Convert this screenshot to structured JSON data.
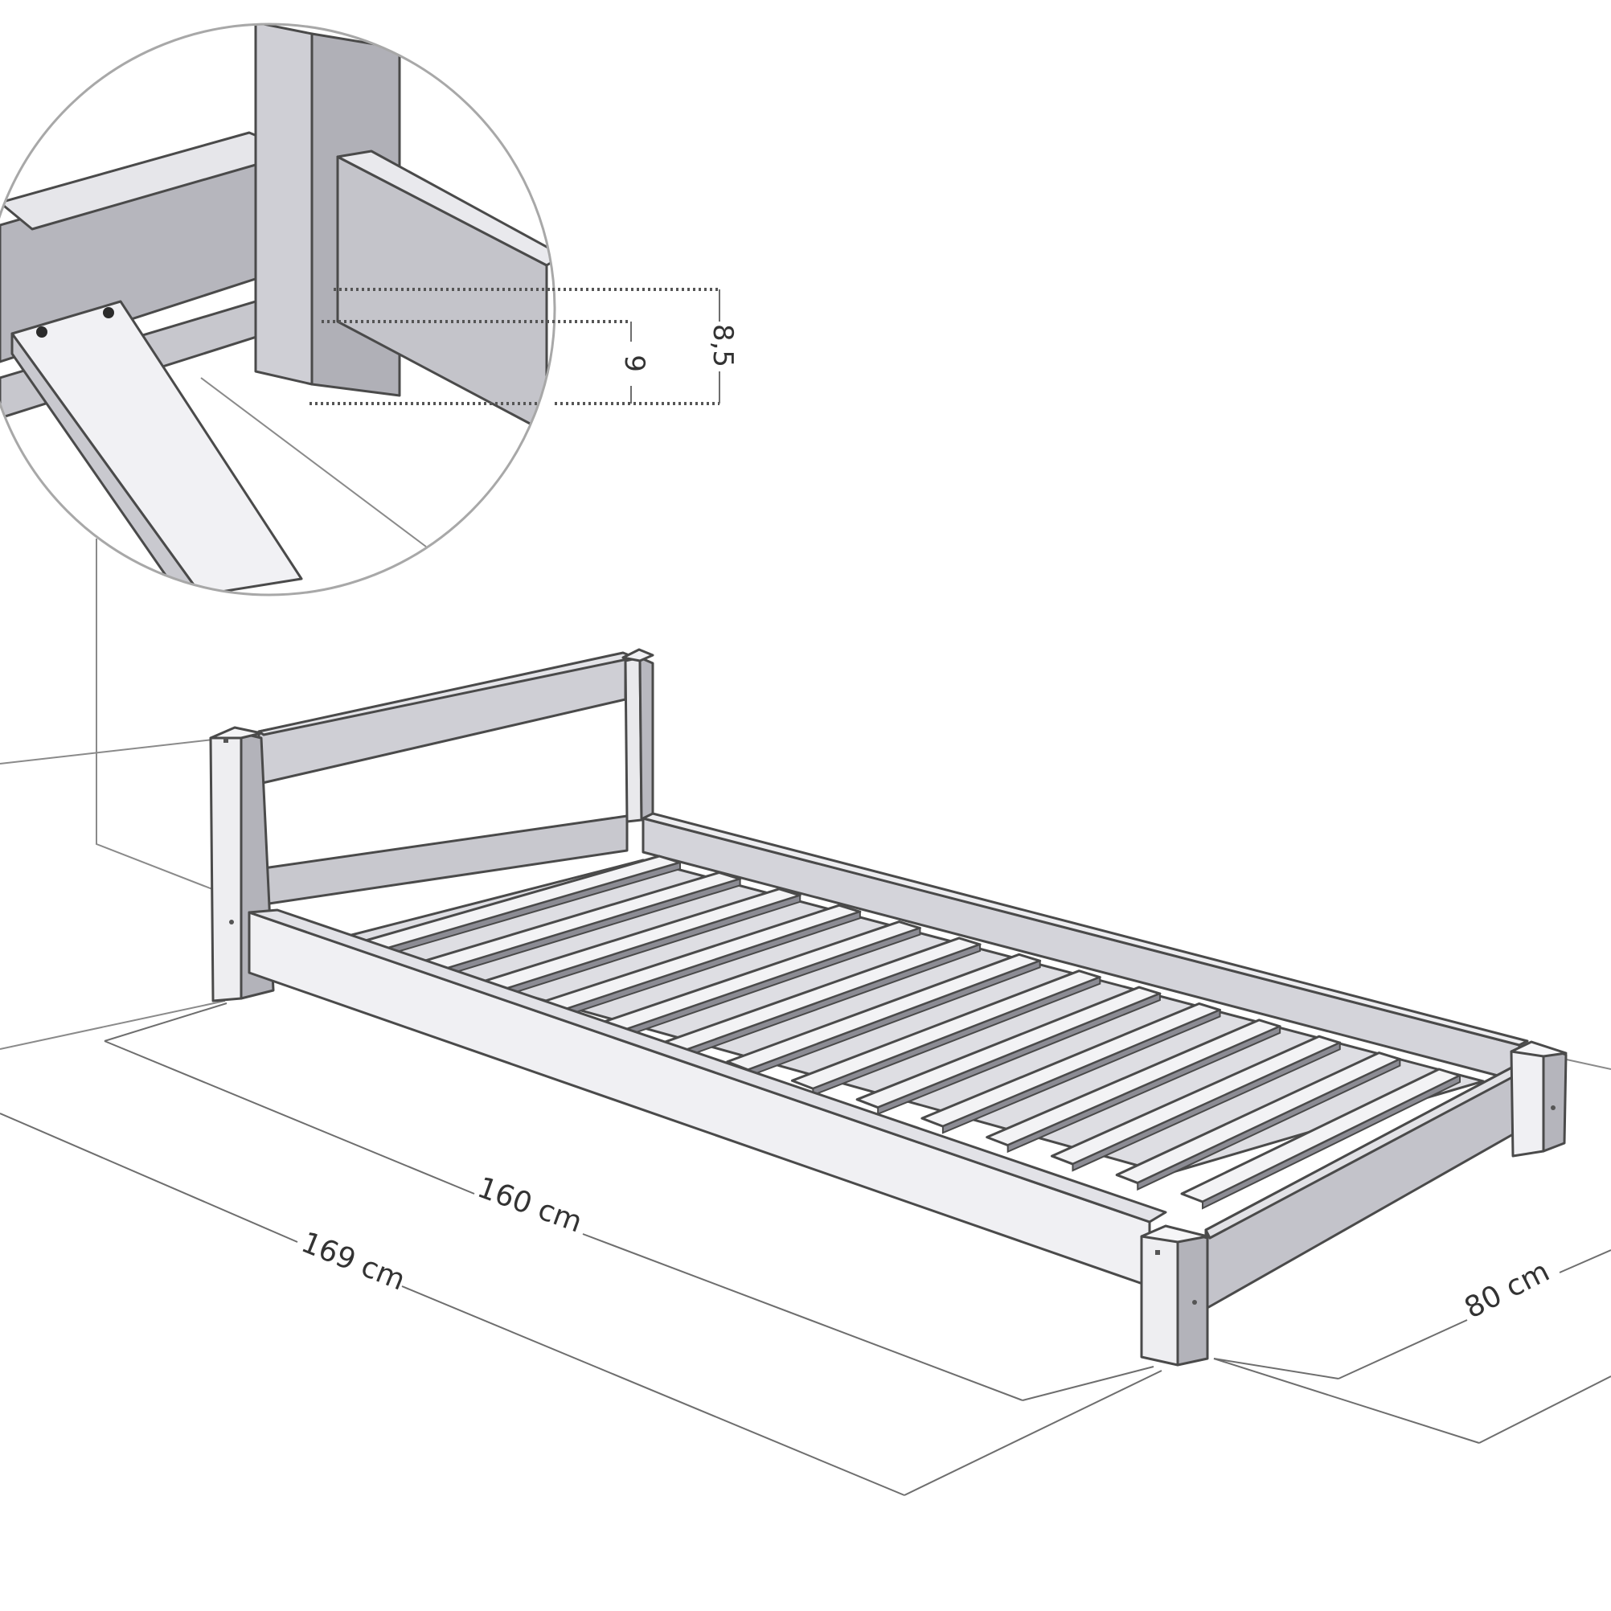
{
  "diagram": {
    "dimensions": {
      "length_inner": "160 cm",
      "length_outer": "169 cm",
      "width": "80 cm"
    },
    "detail": {
      "rail_height": "8,5",
      "slat_offset": "9"
    }
  },
  "colors": {
    "line": "#4a4a4a",
    "face_light": "#eaeaee",
    "face_mid": "#d0d0d6",
    "face_dark": "#b3b3ba"
  }
}
